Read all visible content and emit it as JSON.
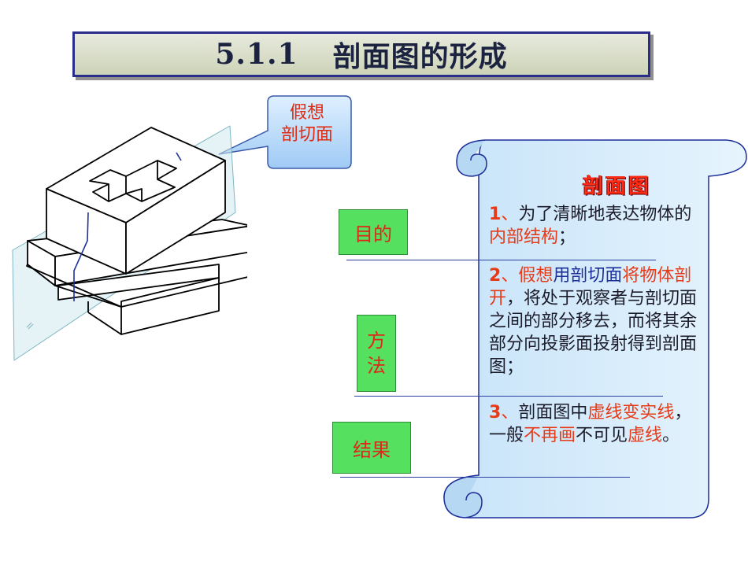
{
  "slide": {
    "title_number": "5.1.1",
    "title_text": "剖面图的形成"
  },
  "callout": {
    "line1": "假想",
    "line2": "剖切面"
  },
  "labels": {
    "purpose": "目的",
    "method_1": "方",
    "method_2": "法",
    "result": "结果"
  },
  "scroll": {
    "heading": "剖面图",
    "item1": {
      "num": "1",
      "sep": "、",
      "t1": "为了清晰地表达物体的",
      "t2_red": "内部结构",
      "t3": "；"
    },
    "item2": {
      "num": "2",
      "sep": "、",
      "t1_red": "假想",
      "t2_blue": "用剖切面",
      "t3_red": "将物体剖开",
      "t4": "，将处于观察者与剖切面之间的部分移去，而将其余部分向投影面投射得到剖面图；"
    },
    "item3": {
      "num": "3",
      "sep": "、",
      "t1": "剖面图中",
      "t2_red": "虚线变实线",
      "t3": "，一般",
      "t4_red": "不再画",
      "t5": "不可见",
      "t6_red": "虚线",
      "t7": "。"
    }
  },
  "colors": {
    "title_border": "#2a2e8a",
    "label_green": "#55e060",
    "accent_red": "#e63a18",
    "accent_blue": "#1c2f9a",
    "scroll_fill": "#d6ecfb"
  }
}
